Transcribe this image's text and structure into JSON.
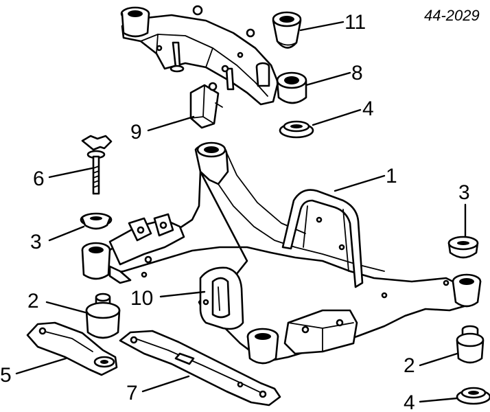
{
  "reference_code": "44-2029",
  "callouts": {
    "c1": "1",
    "c2_left": "2",
    "c2_right": "2",
    "c3_left": "3",
    "c3_right": "3",
    "c4_top": "4",
    "c4_bottom": "4",
    "c5": "5",
    "c6": "6",
    "c7": "7",
    "c8": "8",
    "c9": "9",
    "c10": "10",
    "c11": "11"
  }
}
